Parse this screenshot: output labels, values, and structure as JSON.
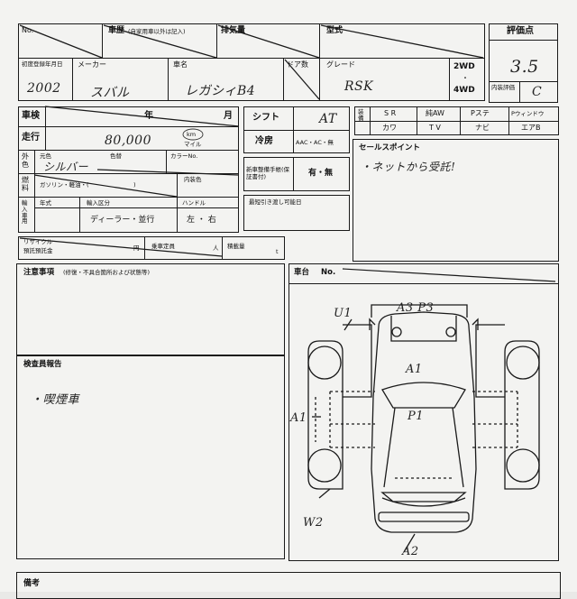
{
  "header": {
    "no_label": "No.",
    "history_label": "車歴",
    "history_note": "(自家用車以外は記入)",
    "displacement_label": "排気量",
    "model_label": "型式",
    "score_label": "評価点",
    "score_value": "3.5"
  },
  "row2": {
    "first_reg_label": "初度登録年月日",
    "first_reg_value": "2002",
    "maker_label": "メーカー",
    "maker_value": "スバル",
    "car_name_label": "車名",
    "car_name_value": "レガシィB4",
    "doors_label": "ドア数",
    "grade_label": "グレード",
    "grade_value": "RSK",
    "drive_2wd": "2WD",
    "drive_dot": "・",
    "drive_4wd": "4WD",
    "interior_label": "内装評価",
    "interior_value": "C"
  },
  "left": {
    "inspection_label": "車検",
    "year_label": "年",
    "month_label": "月",
    "mileage_label": "走行",
    "mileage_value": "80,000",
    "mileage_unit_km": "km",
    "mileage_unit_mile": "マイル",
    "exterior_label": "外色",
    "original_color_label": "元色",
    "original_color_value": "シルバー",
    "color_change_label": "色替",
    "color_no_label": "カラーNo.",
    "fuel_label": "燃料",
    "fuel_value": "ガソリン・軽油・(",
    "fuel_paren_close": ")",
    "interior_color_label": "内装色",
    "import_label": "輸入車用",
    "import_year_label": "年式",
    "import_type_label": "輸入区分",
    "import_type_value": "ディーラー・並行",
    "handle_label": "ハンドル",
    "handle_value": "左 ・ 右"
  },
  "middle": {
    "shift_label": "シフト",
    "shift_value": "AT",
    "ac_label": "冷房",
    "ac_value": "AAC・AC・無",
    "manual_label": "新車整備手帳(保証書付)",
    "manual_value": "有・無",
    "delivery_label": "最短引き渡し可能日"
  },
  "equipment": {
    "label": "装備",
    "items": [
      "S R",
      "純AW",
      "Pステ",
      "Pウィンドウ",
      "カワ",
      "T V",
      "ナビ",
      "エアB"
    ]
  },
  "sales_point": {
    "label": "セールスポイント",
    "value": "・ネットから受託!"
  },
  "recycle": {
    "label1": "リサイクル",
    "label2": "預託預託金",
    "yen": "円",
    "capacity_label": "乗車定員",
    "person_unit": "人",
    "load_label": "積載量",
    "ton_unit": "t"
  },
  "notes": {
    "caution_label": "注意事項",
    "caution_note": "(修復・不具合箇所および状態等)",
    "inspector_label": "検査員報告",
    "inspector_value": "・喫煙車",
    "remarks_label": "備考"
  },
  "chassis": {
    "label": "車台",
    "no_label": "No."
  },
  "diagram_marks": {
    "u1": "U1",
    "a3p3": "A3 P3",
    "a1_top": "A1",
    "a1_left": "A1",
    "p1": "P1",
    "w2": "W2",
    "a2": "A2"
  }
}
